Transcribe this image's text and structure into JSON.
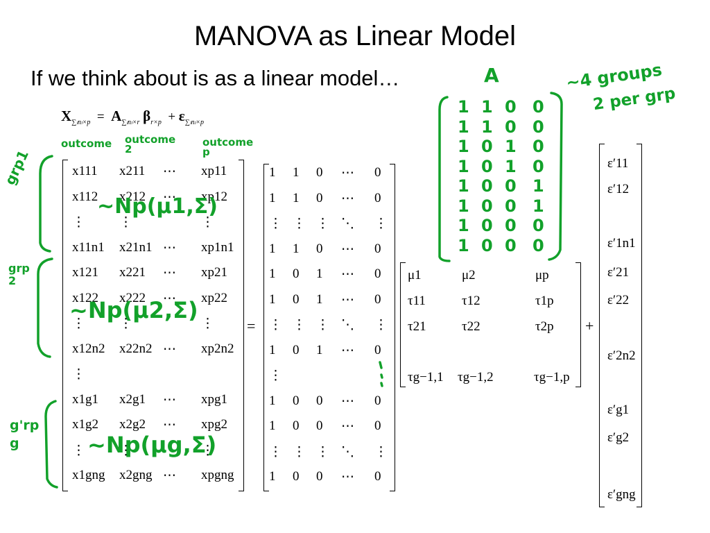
{
  "slide": {
    "title": "MANOVA as Linear Model",
    "subtitle": "If we think about is as a linear model…"
  },
  "equation": {
    "lhs": "X",
    "lhs_sub": "∑ₗnₗ×p",
    "eq": "=",
    "a": "A",
    "a_sub": "∑ₗnₗ×r",
    "beta": "β",
    "beta_sub": "r×p",
    "plus": "+",
    "eps": "ε",
    "eps_sub": "∑ₗnₗ×p"
  },
  "x_matrix": [
    [
      "x111",
      "x211",
      "⋯",
      "xp11"
    ],
    [
      "x112",
      "x212",
      "⋯",
      "xp12"
    ],
    [
      "⋮",
      "⋮",
      "",
      "⋮"
    ],
    [
      "x11n1",
      "x21n1",
      "⋯",
      "xp1n1"
    ],
    [
      "x121",
      "x221",
      "⋯",
      "xp21"
    ],
    [
      "x122",
      "x222",
      "⋯",
      "xp22"
    ],
    [
      "⋮",
      "⋮",
      "",
      "⋮"
    ],
    [
      "x12n2",
      "x22n2",
      "⋯",
      "xp2n2"
    ],
    [
      "⋮",
      "",
      "",
      ""
    ],
    [
      "x1g1",
      "x2g1",
      "⋯",
      "xpg1"
    ],
    [
      "x1g2",
      "x2g2",
      "⋯",
      "xpg2"
    ],
    [
      "⋮",
      "⋮",
      "",
      "⋮"
    ],
    [
      "x1gng",
      "x2gng",
      "⋯",
      "xpgng"
    ]
  ],
  "a_matrix": [
    [
      "1",
      "1",
      "0",
      "⋯",
      "0"
    ],
    [
      "1",
      "1",
      "0",
      "⋯",
      "0"
    ],
    [
      "⋮",
      "⋮",
      "⋮",
      "⋱",
      "⋮"
    ],
    [
      "1",
      "1",
      "0",
      "⋯",
      "0"
    ],
    [
      "1",
      "0",
      "1",
      "⋯",
      "0"
    ],
    [
      "1",
      "0",
      "1",
      "⋯",
      "0"
    ],
    [
      "⋮",
      "⋮",
      "⋮",
      "⋱",
      "⋮"
    ],
    [
      "1",
      "0",
      "1",
      "⋯",
      "0"
    ],
    [
      "⋮",
      "",
      "",
      "",
      ""
    ],
    [
      "1",
      "0",
      "0",
      "⋯",
      "0"
    ],
    [
      "1",
      "0",
      "0",
      "⋯",
      "0"
    ],
    [
      "⋮",
      "⋮",
      "⋮",
      "⋱",
      "⋮"
    ],
    [
      "1",
      "0",
      "0",
      "⋯",
      "0"
    ]
  ],
  "beta_matrix": [
    [
      "μ1",
      "μ2",
      "μp"
    ],
    [
      "τ11",
      "τ12",
      "τ1p"
    ],
    [
      "τ21",
      "τ22",
      "τ2p"
    ],
    [
      "τg−1,1",
      "τg−1,2",
      "τg−1,p"
    ]
  ],
  "eps_vector": [
    "ε′11",
    "ε′12",
    "ε′1n1",
    "ε′21",
    "ε′22",
    "ε′2n2",
    "ε′g1",
    "ε′g2",
    "ε′gng"
  ],
  "operators": {
    "equals": "=",
    "plus": "+"
  },
  "annotations": {
    "outcome1": "outcome",
    "outcome2": "outcome 2",
    "outcomep": "outcome p",
    "grp1": "grp1",
    "grp2": "grp 2",
    "grpg": "g'rp g",
    "dist1": "~Np(μ1,Σ)",
    "dist2": "~Np(μ2,Σ)",
    "distg": "~Np(μg,Σ)",
    "a_label": "A",
    "groups_note": "~4 groups",
    "per_grp_note": "2 per grp",
    "hand_matrix": [
      [
        "1",
        "1",
        "0",
        "0"
      ],
      [
        "1",
        "1",
        "0",
        "0"
      ],
      [
        "1",
        "0",
        "1",
        "0"
      ],
      [
        "1",
        "0",
        "1",
        "0"
      ],
      [
        "1",
        "0",
        "0",
        "1"
      ],
      [
        "1",
        "0",
        "0",
        "1"
      ],
      [
        "1",
        "0",
        "0",
        "0"
      ],
      [
        "1",
        "0",
        "0",
        "0"
      ]
    ],
    "ink_color": "#12a12a"
  }
}
